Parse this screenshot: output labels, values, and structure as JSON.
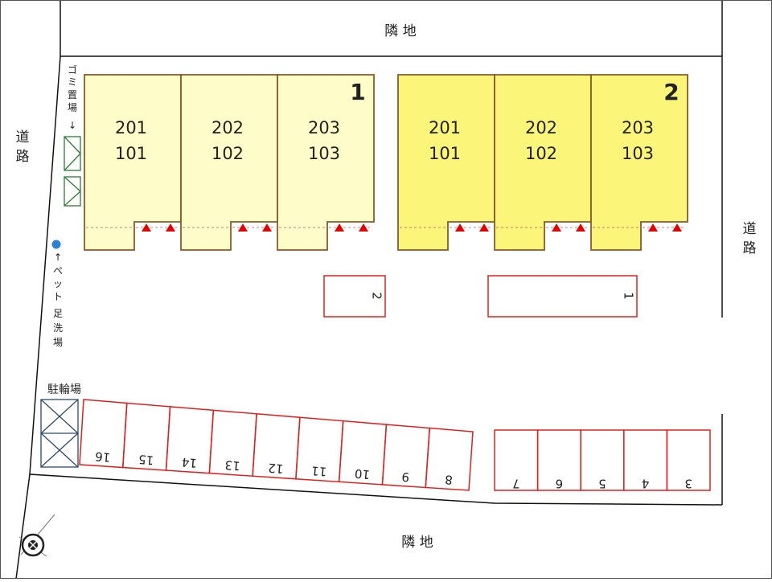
{
  "labels": {
    "neighbor_top": "隣 地",
    "neighbor_bottom": "隣 地",
    "road_left": [
      "道",
      "路"
    ],
    "road_right": [
      "道",
      "路"
    ],
    "garbage": [
      "ゴ",
      "ミ",
      "置",
      "場",
      "↓"
    ],
    "pet_wash": [
      "↑",
      "ペ",
      "ッ",
      "ト",
      "足",
      "洗",
      "場"
    ],
    "bicycle": "駐輪場"
  },
  "buildings": [
    {
      "number": "1",
      "units": [
        {
          "upper": "201",
          "lower": "101"
        },
        {
          "upper": "202",
          "lower": "102"
        },
        {
          "upper": "203",
          "lower": "103"
        }
      ]
    },
    {
      "number": "2",
      "units": [
        {
          "upper": "201",
          "lower": "101"
        },
        {
          "upper": "202",
          "lower": "102"
        },
        {
          "upper": "203",
          "lower": "103"
        }
      ]
    }
  ],
  "parking_front": [
    {
      "number": "2"
    },
    {
      "number": "1"
    }
  ],
  "parking_left": [
    "16",
    "15",
    "14",
    "13",
    "12",
    "11",
    "10",
    "9",
    "8"
  ],
  "parking_right": [
    "7",
    "6",
    "5",
    "4",
    "3"
  ],
  "colors": {
    "building1_fill": "#fefcc8",
    "building2_fill": "#fbf57a",
    "building_stroke": "#8b5a2b",
    "parking_stroke": "#e0201c",
    "entrance_marker": "#e60000",
    "storage_stroke": "#2e7d32",
    "bicycle_stroke": "#2b4a6b",
    "pet_dot": "#2e7fd6"
  }
}
